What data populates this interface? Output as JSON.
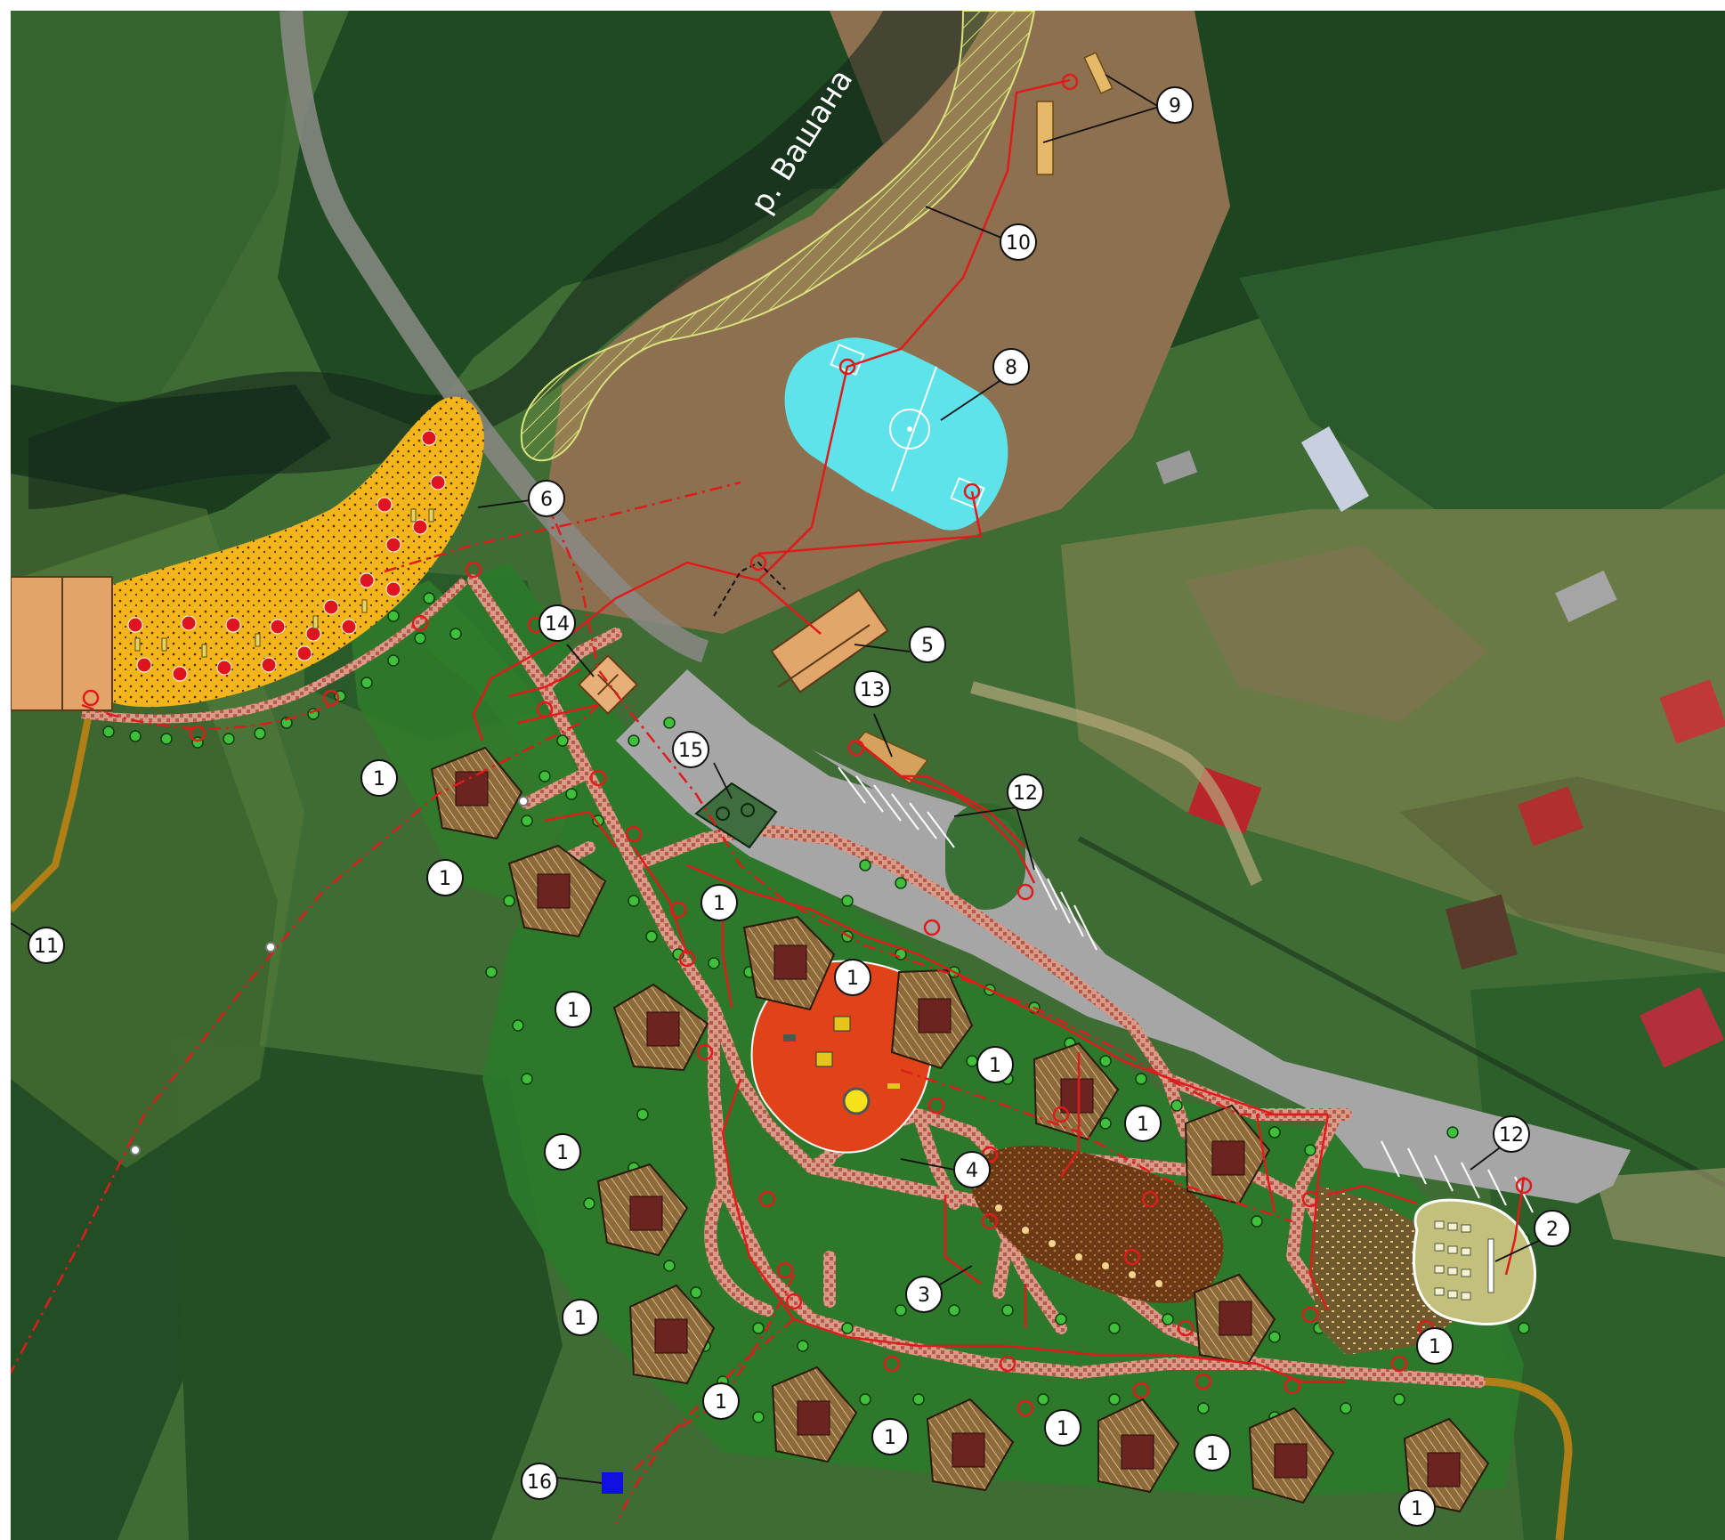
{
  "river_label": "р. Вашана",
  "labels": [
    {
      "id": "c-9",
      "text": "9"
    },
    {
      "id": "c-10",
      "text": "10"
    },
    {
      "id": "c-8",
      "text": "8"
    },
    {
      "id": "c-6",
      "text": "6"
    },
    {
      "id": "c-5",
      "text": "5"
    },
    {
      "id": "c-14",
      "text": "14"
    },
    {
      "id": "c-13",
      "text": "13"
    },
    {
      "id": "c-15",
      "text": "15"
    },
    {
      "id": "c-12a",
      "text": "12"
    },
    {
      "id": "c-12b",
      "text": "12"
    },
    {
      "id": "c-11",
      "text": "11"
    },
    {
      "id": "c-4",
      "text": "4"
    },
    {
      "id": "c-3",
      "text": "3"
    },
    {
      "id": "c-2",
      "text": "2"
    },
    {
      "id": "c-16",
      "text": "16"
    },
    {
      "id": "c-1a",
      "text": "1"
    },
    {
      "id": "c-1b",
      "text": "1"
    },
    {
      "id": "c-1c",
      "text": "1"
    },
    {
      "id": "c-1d",
      "text": "1"
    },
    {
      "id": "c-1e",
      "text": "1"
    },
    {
      "id": "c-1f",
      "text": "1"
    },
    {
      "id": "c-1g",
      "text": "1"
    },
    {
      "id": "c-1h",
      "text": "1"
    },
    {
      "id": "c-1i",
      "text": "1"
    },
    {
      "id": "c-1j",
      "text": "1"
    },
    {
      "id": "c-1k",
      "text": "1"
    },
    {
      "id": "c-1l",
      "text": "1"
    },
    {
      "id": "c-1m",
      "text": "1"
    },
    {
      "id": "c-1n",
      "text": "1"
    },
    {
      "id": "c-1o",
      "text": "1"
    }
  ],
  "colors": {
    "route": "#e01b1b",
    "path": "#c98a78",
    "lawn": "#2f7d2a",
    "parking": "#a6a6a6",
    "field": "#5fe3ea",
    "playground": "#e8430d",
    "amphi": "#f3b51b",
    "stage": "#c2c07a",
    "boundary": "#b07f16",
    "marker16": "#1010e0"
  }
}
